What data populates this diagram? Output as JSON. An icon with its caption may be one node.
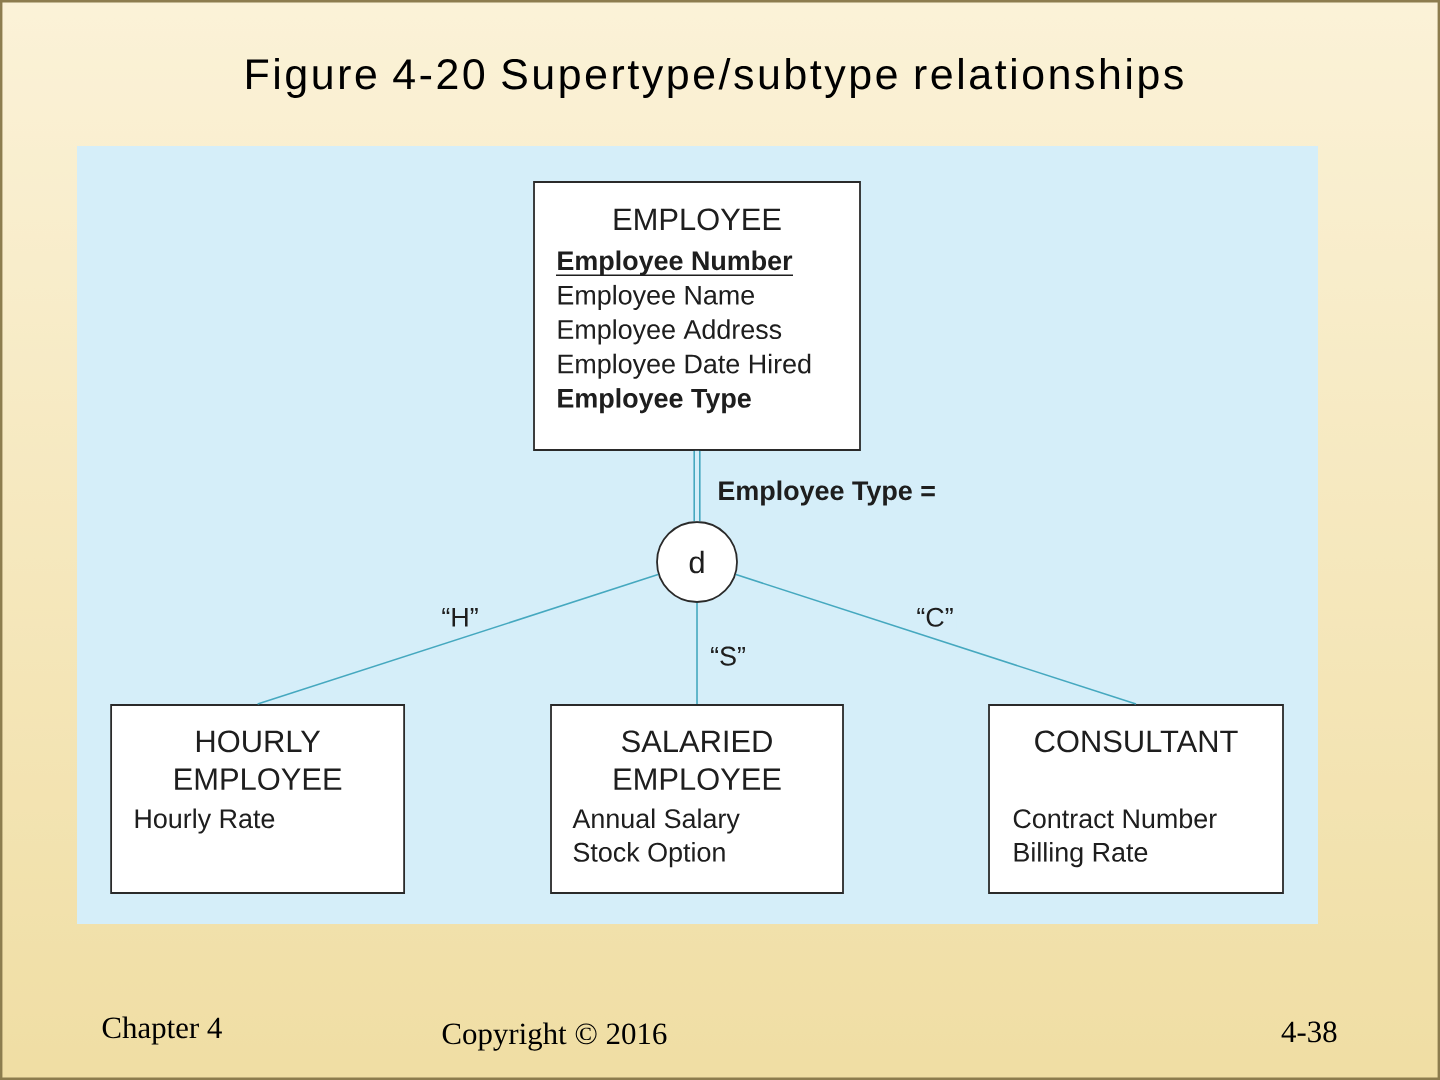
{
  "diagram": {
    "title": "Figure 4-20 Supertype/subtype relationships",
    "nodes": [
      {
        "text": [
          "EMPLOYEE",
          "Employee Number",
          "Employee Name",
          "Employee Address",
          "Employee Date Hired",
          "Employee Type"
        ]
      },
      {
        "text": [
          "d"
        ]
      },
      {
        "text": [
          "HOURLY EMPLOYEE",
          "Hourly Rate"
        ]
      },
      {
        "text": [
          "SALARIED EMPLOYEE",
          "Annual Salary",
          "Stock Option"
        ]
      },
      {
        "text": [
          "CONSULTANT",
          "Contract Number",
          "Billing Rate"
        ]
      }
    ],
    "edges": [
      {
        "from": 0,
        "to": 1,
        "arrow": "none",
        "label": "Employee Type =",
        "style": "thick"
      },
      {
        "from": 1,
        "to": 2,
        "arrow": "none",
        "label": "“H”"
      },
      {
        "from": 1,
        "to": 3,
        "arrow": "none",
        "label": "“S”"
      },
      {
        "from": 1,
        "to": 4,
        "arrow": "none",
        "label": "“C”"
      }
    ],
    "labels": [
      "Chapter 4",
      "Copyright © 2016",
      "4-38"
    ]
  }
}
